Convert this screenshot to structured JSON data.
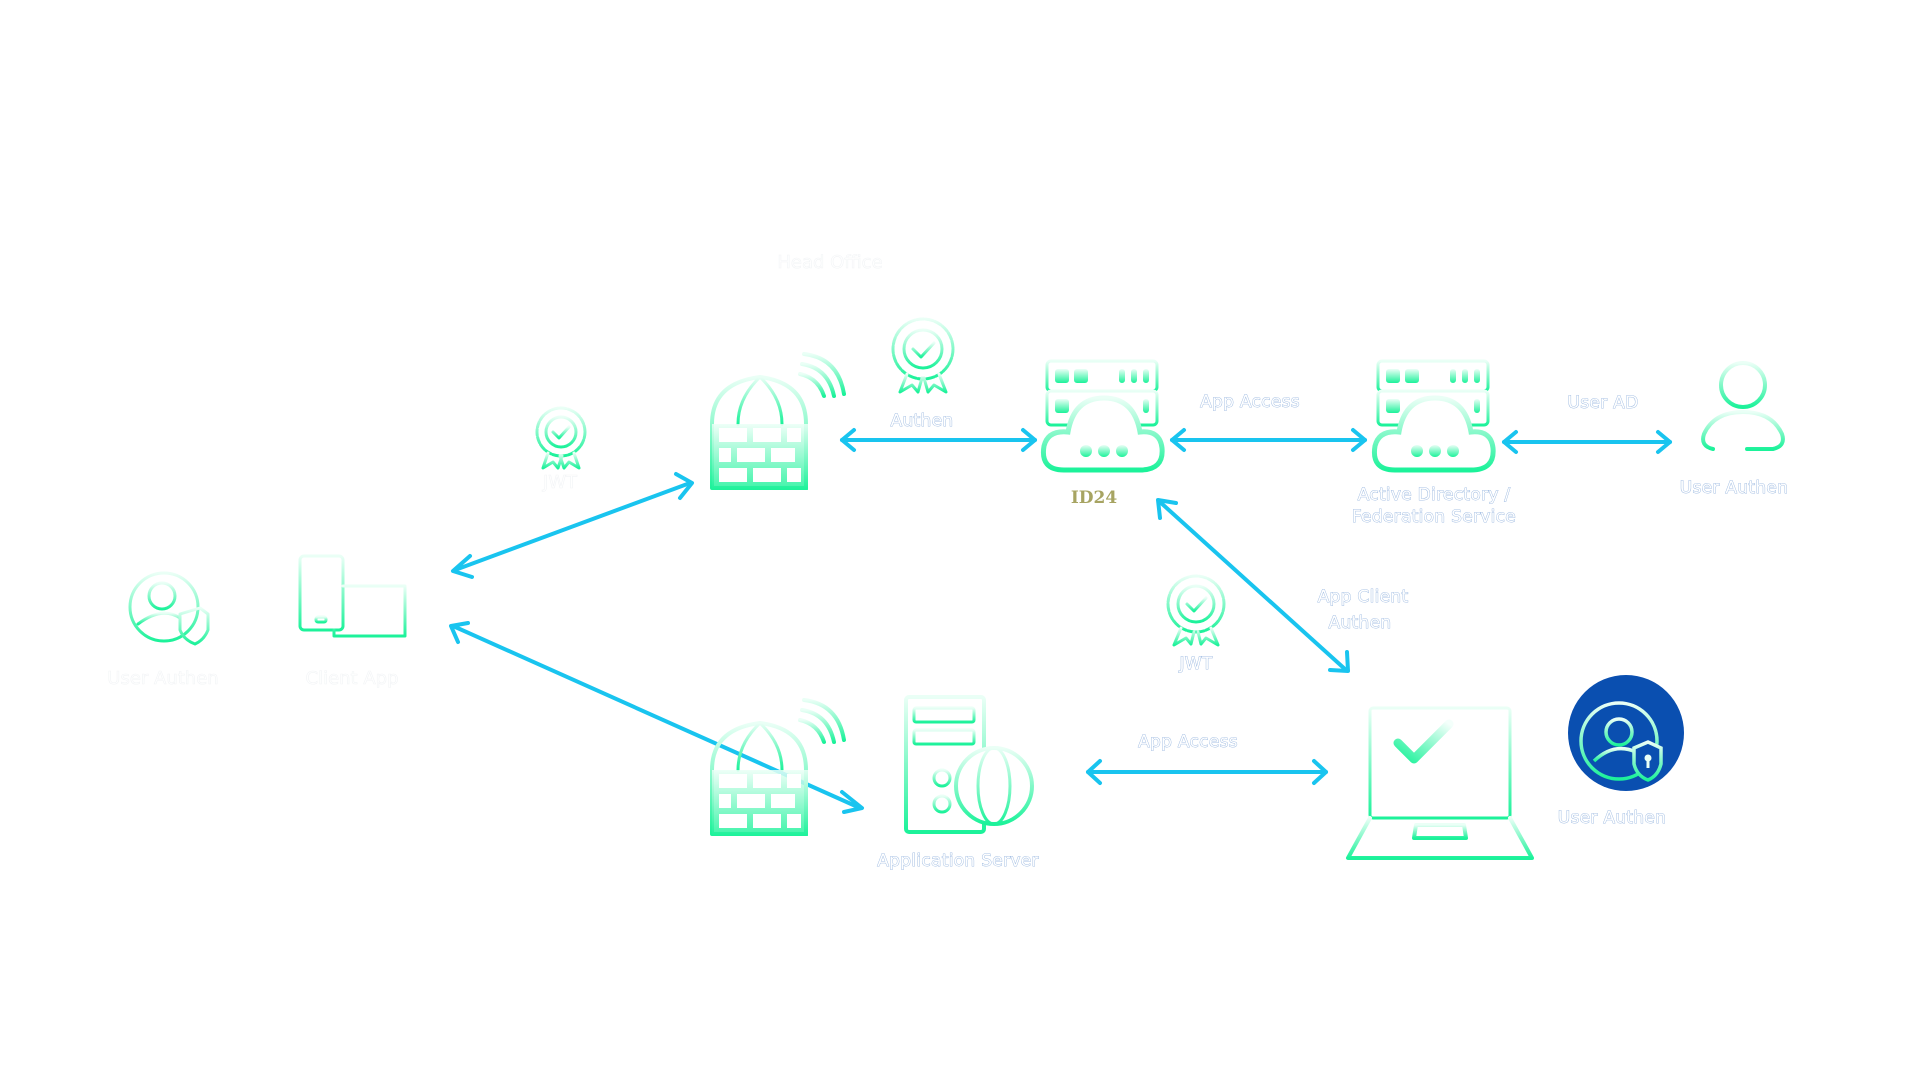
{
  "diagram": {
    "title": "Head Office",
    "accent_color": "#19c4ef",
    "icon_gradient": [
      "#eafff6",
      "#1cf29a"
    ],
    "brand_color": "#a7a462",
    "badge_color": "#0a4fb0",
    "nodes": {
      "left_user": {
        "label": "User Authen",
        "icon": "user-shield-icon"
      },
      "client_app": {
        "label": "Client App",
        "icon": "mobile-and-window-icon"
      },
      "left_cert": {
        "label": "JWT",
        "icon": "certificate-badge-icon"
      },
      "firewall_top": {
        "icon": "firewall-globe-icon"
      },
      "authen_cert": {
        "label": "Authen",
        "icon": "certificate-badge-icon"
      },
      "id24": {
        "label": "ID24",
        "icon": "cloud-server-icon"
      },
      "ad_fs": {
        "label_line1": "Active Directory /",
        "label_line2": "Federation Service",
        "icon": "cloud-server-icon"
      },
      "right_user": {
        "label": "User Authen",
        "icon": "user-icon"
      },
      "jwt_cert": {
        "label": "JWT",
        "icon": "certificate-badge-icon"
      },
      "firewall_bottom": {
        "icon": "firewall-globe-icon"
      },
      "app_server": {
        "label": "Application Server",
        "icon": "server-globe-icon"
      },
      "laptop": {
        "icon": "laptop-check-icon"
      },
      "user_badge": {
        "label": "User Authen",
        "icon": "user-shield-badge-icon"
      }
    },
    "edges": {
      "authen": "Authen",
      "app_access_top": "App Access",
      "user_ad": "User AD",
      "app_client_authen_line1": "App Client",
      "app_client_authen_line2": "Authen",
      "app_access_bottom": "App Access"
    }
  }
}
